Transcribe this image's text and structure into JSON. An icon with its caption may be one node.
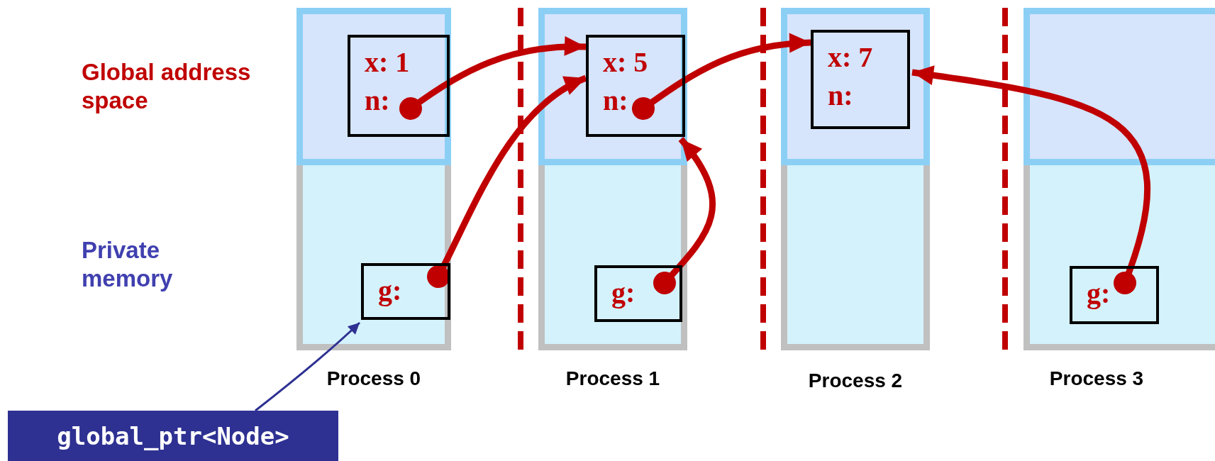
{
  "diagram": {
    "nodes": [
      {
        "text": [
          "x: 1",
          "n:"
        ]
      },
      {
        "text": [
          "g:"
        ]
      },
      {
        "text": [
          "x: 5",
          "n:"
        ]
      },
      {
        "text": [
          "g:"
        ]
      },
      {
        "text": [
          "x: 7",
          "n:"
        ]
      },
      {
        "text": [
          "g:"
        ]
      },
      {
        "text": [
          "global_ptr<Node>"
        ]
      }
    ],
    "edges": [
      {
        "from": 0,
        "to": 2,
        "arrow": "to"
      },
      {
        "from": 1,
        "to": 2,
        "arrow": "to"
      },
      {
        "from": 2,
        "to": 4,
        "arrow": "to"
      },
      {
        "from": 3,
        "to": 2,
        "arrow": "to"
      },
      {
        "from": 5,
        "to": 4,
        "arrow": "to"
      },
      {
        "from": 6,
        "to": 1,
        "arrow": "to",
        "color": "#2e3192"
      }
    ],
    "labels": [
      "Global address space",
      "Private memory",
      "Process 0",
      "Process 1",
      "Process 2",
      "Process 3"
    ]
  }
}
